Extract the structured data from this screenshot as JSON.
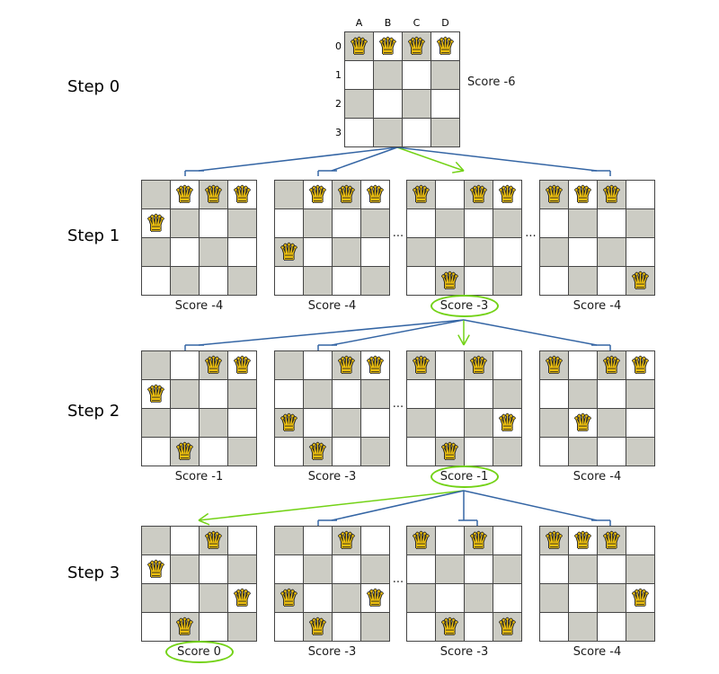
{
  "board_columns": [
    "A",
    "B",
    "C",
    "D"
  ],
  "board_rows": [
    "0",
    "1",
    "2",
    "3"
  ],
  "queen": "♛",
  "ellipsis": "...",
  "colors": {
    "arrow_blue": "#3465a4",
    "arrow_green": "#73d216",
    "cell_dark": "#ccccc4",
    "cell_light": "#ffffff",
    "queen_gold": "#eec00e",
    "queen_outline": "#222222",
    "grid_line": "#454545",
    "text": "#1a1a1a"
  },
  "steps": [
    {
      "label": "Step 0",
      "boards": [
        {
          "queens": [
            [
              0,
              0
            ],
            [
              1,
              0
            ],
            [
              2,
              0
            ],
            [
              3,
              0
            ]
          ],
          "score": "Score -6",
          "selected": false,
          "axes": true
        }
      ]
    },
    {
      "label": "Step 1",
      "ellipsis_after": [
        1,
        2
      ],
      "boards": [
        {
          "queens": [
            [
              0,
              1
            ],
            [
              1,
              0
            ],
            [
              2,
              0
            ],
            [
              3,
              0
            ]
          ],
          "score": "Score -4",
          "selected": false
        },
        {
          "queens": [
            [
              0,
              2
            ],
            [
              1,
              0
            ],
            [
              2,
              0
            ],
            [
              3,
              0
            ]
          ],
          "score": "Score -4",
          "selected": false
        },
        {
          "queens": [
            [
              0,
              0
            ],
            [
              1,
              3
            ],
            [
              2,
              0
            ],
            [
              3,
              0
            ]
          ],
          "score": "Score -3",
          "selected": true
        },
        {
          "queens": [
            [
              0,
              0
            ],
            [
              1,
              0
            ],
            [
              2,
              0
            ],
            [
              3,
              3
            ]
          ],
          "score": "Score -4",
          "selected": false
        }
      ]
    },
    {
      "label": "Step 2",
      "ellipsis_after": [
        1
      ],
      "boards": [
        {
          "queens": [
            [
              0,
              1
            ],
            [
              1,
              3
            ],
            [
              2,
              0
            ],
            [
              3,
              0
            ]
          ],
          "score": "Score -1",
          "selected": false
        },
        {
          "queens": [
            [
              0,
              2
            ],
            [
              1,
              3
            ],
            [
              2,
              0
            ],
            [
              3,
              0
            ]
          ],
          "score": "Score -3",
          "selected": false
        },
        {
          "queens": [
            [
              0,
              0
            ],
            [
              1,
              3
            ],
            [
              2,
              0
            ],
            [
              3,
              2
            ]
          ],
          "score": "Score -1",
          "selected": true
        },
        {
          "queens": [
            [
              0,
              0
            ],
            [
              1,
              2
            ],
            [
              2,
              0
            ],
            [
              3,
              0
            ]
          ],
          "score": "Score -4",
          "selected": false
        }
      ]
    },
    {
      "label": "Step 3",
      "ellipsis_after": [
        1
      ],
      "boards": [
        {
          "queens": [
            [
              0,
              1
            ],
            [
              1,
              3
            ],
            [
              2,
              0
            ],
            [
              3,
              2
            ]
          ],
          "score": "Score 0",
          "selected": true
        },
        {
          "queens": [
            [
              0,
              2
            ],
            [
              1,
              3
            ],
            [
              2,
              0
            ],
            [
              3,
              2
            ]
          ],
          "score": "Score -3",
          "selected": false
        },
        {
          "queens": [
            [
              0,
              0
            ],
            [
              1,
              3
            ],
            [
              2,
              0
            ],
            [
              3,
              3
            ]
          ],
          "score": "Score -3",
          "selected": false
        },
        {
          "queens": [
            [
              0,
              0
            ],
            [
              1,
              0
            ],
            [
              2,
              0
            ],
            [
              3,
              2
            ]
          ],
          "score": "Score -4",
          "selected": false
        }
      ]
    }
  ]
}
